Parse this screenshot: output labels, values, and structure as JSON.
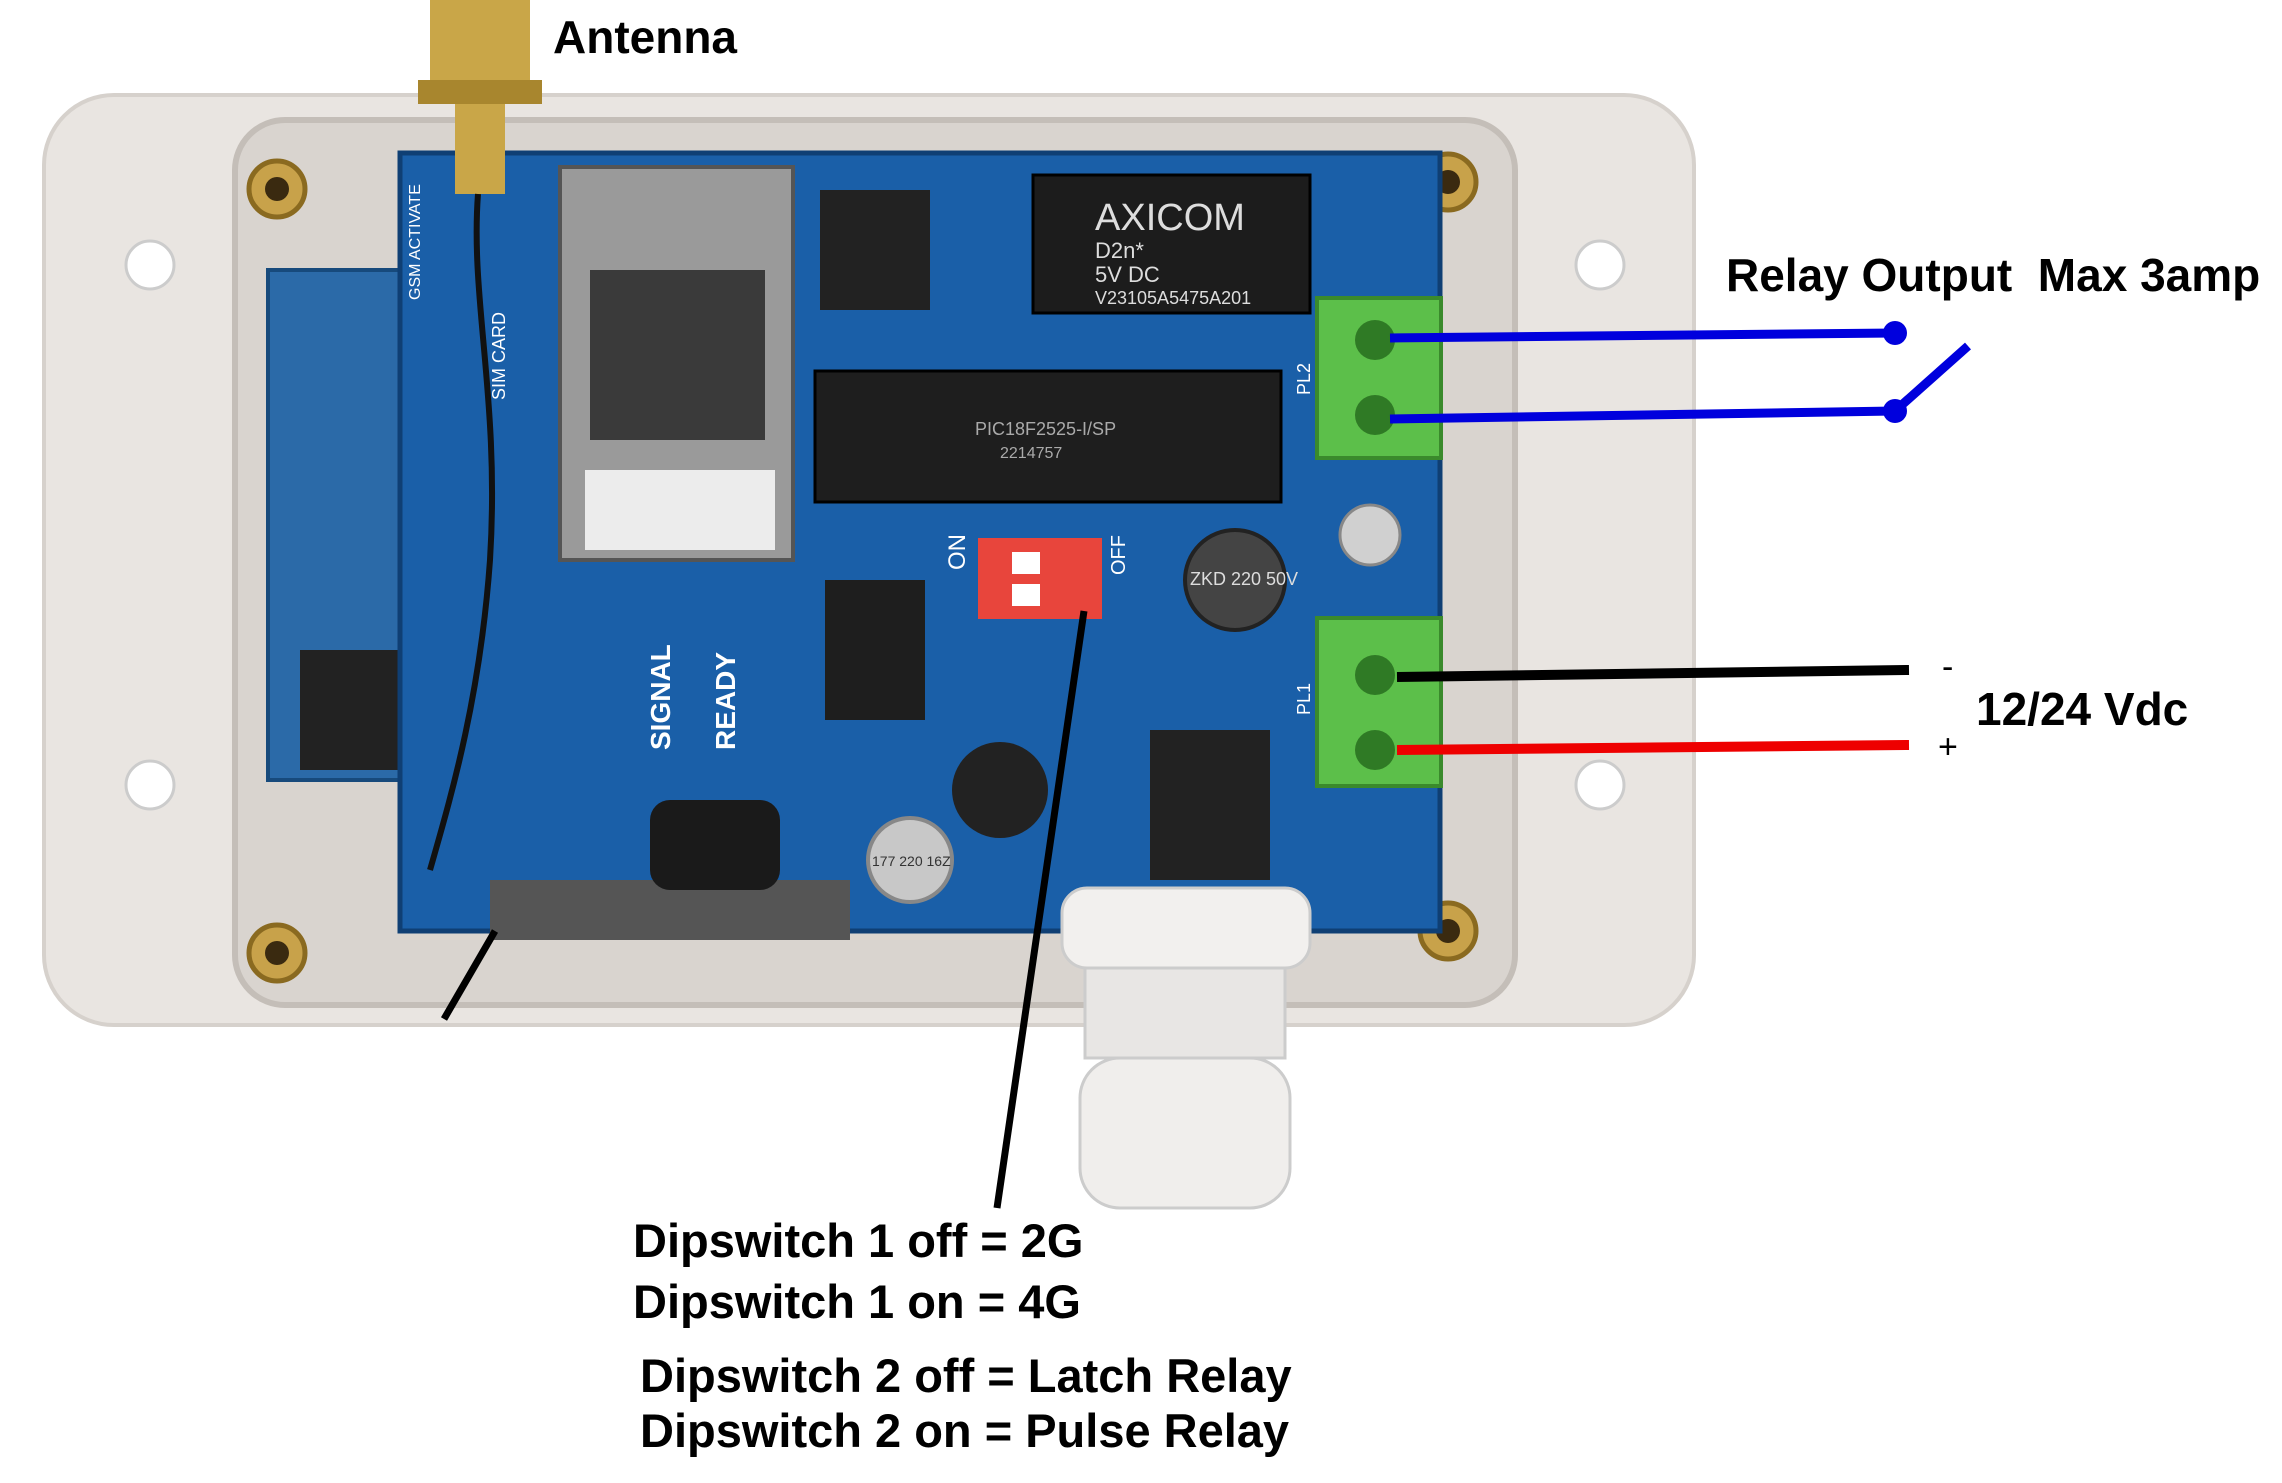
{
  "labels": {
    "antenna": "Antenna",
    "relay_output": "Relay Output  Max 3amp",
    "power_minus": "-",
    "power_plus": "+",
    "power_voltage": "12/24 Vdc",
    "dipswitch_notes": [
      "Dipswitch 1 off = 2G",
      "Dipswitch 1 on = 4G",
      "Dipswitch 2 off = Latch Relay",
      "Dipswitch 2 on = Pulse Relay"
    ]
  },
  "board_markings": {
    "relay_brand": "AXICOM",
    "relay_model": "D2n*",
    "relay_rating": "5V DC",
    "relay_part": "V23105A5475A201",
    "mcu": "PIC18F2525-I/SP",
    "mcu_code": "2214757",
    "dip_on": "ON",
    "dip_off": "OFF",
    "signal": "SIGNAL",
    "ready": "READY",
    "sim_card": "SIM CARD",
    "gsm": "GSM ACTIVATE",
    "pl1": "PL1",
    "pl2": "PL2",
    "cap": "ZKD 220 50V",
    "cap2": "177 220 16Z"
  },
  "colors": {
    "pcb": "#1a5fa8",
    "terminal": "#5cbf4a",
    "relay_wire": "#0000dd",
    "negative_wire": "#000000",
    "positive_wire": "#ee0000",
    "dipswitch": "#e8453c",
    "enclosure": "#e9e5e1"
  }
}
